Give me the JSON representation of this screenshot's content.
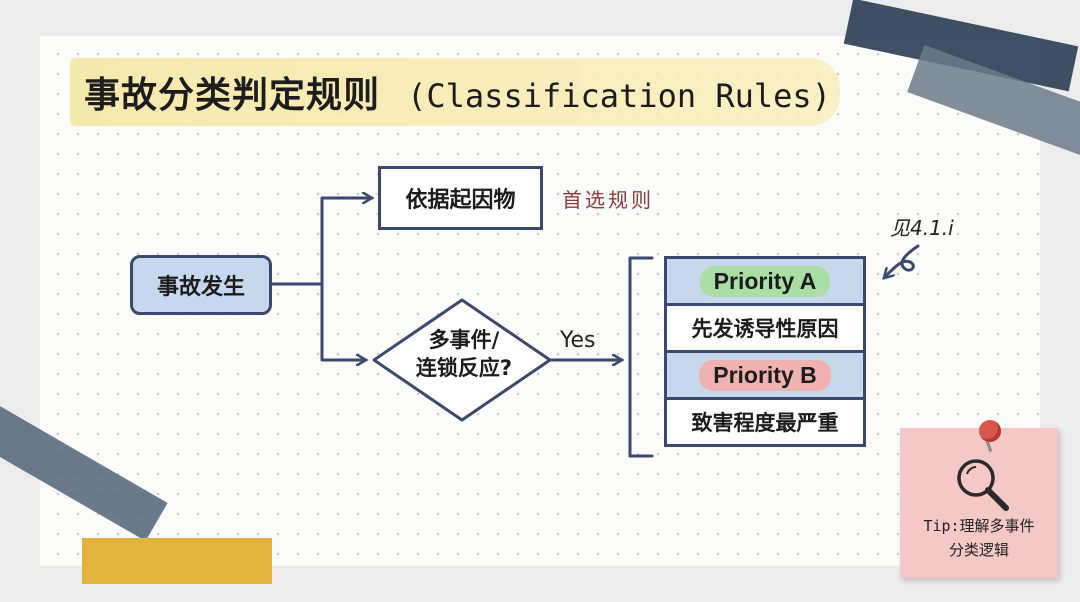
{
  "title": {
    "cn": "事故分类判定规则",
    "en": "(Classification Rules)"
  },
  "nodes": {
    "start": "事故发生",
    "cause": "依据起因物",
    "cause_note": "首选规则",
    "decision_line1": "多事件/",
    "decision_line2": "连锁反应?",
    "yes": "Yes",
    "see_ref": "见4.1.i"
  },
  "priority": [
    {
      "label": "Priority A",
      "desc": "先发诱导性原因",
      "color": "#a9dfa4"
    },
    {
      "label": "Priority B",
      "desc": "致害程度最严重",
      "color": "#f0b1b1"
    }
  ],
  "tip": {
    "line1": "Tip:理解多事件",
    "line2": "分类逻辑"
  },
  "colors": {
    "node_blue": "#c8d8ec",
    "stroke": "#3a4a6e",
    "tape_navy": "#35465c",
    "tape_yellow": "#e1b43d",
    "sticky": "#f5c8c8"
  }
}
